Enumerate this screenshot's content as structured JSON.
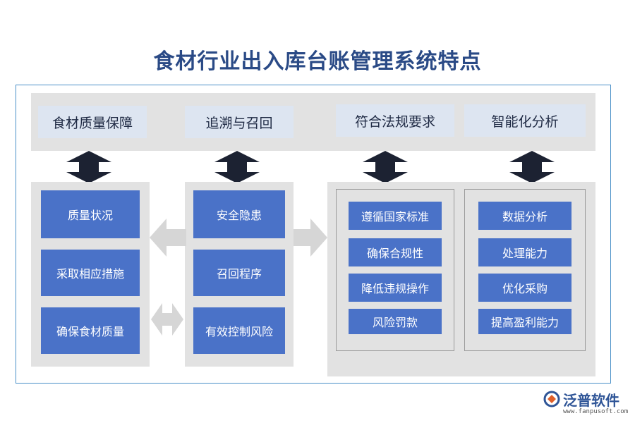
{
  "title": "食材行业出入库台账管理系统特点",
  "columns": [
    {
      "header": "食材质量保障",
      "items": [
        "质量状况",
        "采取相应措施",
        "确保食材质量"
      ]
    },
    {
      "header": "追溯与召回",
      "items": [
        "安全隐患",
        "召回程序",
        "有效控制风险"
      ]
    },
    {
      "header": "符合法规要求",
      "items": [
        "遵循国家标准",
        "确保合规性",
        "降低违规操作",
        "风险罚款"
      ]
    },
    {
      "header": "智能化分析",
      "items": [
        "数据分析",
        "处理能力",
        "优化采购",
        "提高盈利能力"
      ]
    }
  ],
  "logo": {
    "name": "泛普软件",
    "url": "www.fanpusoft.com"
  },
  "colors": {
    "title": "#2a4a86",
    "box": "#4a72c8",
    "header_bg": "#dde5f1",
    "panel": "#e2e2e2",
    "frame": "#4a90c8",
    "arrow_dark": "#1c2232",
    "arrow_light": "#d6d6d6"
  }
}
